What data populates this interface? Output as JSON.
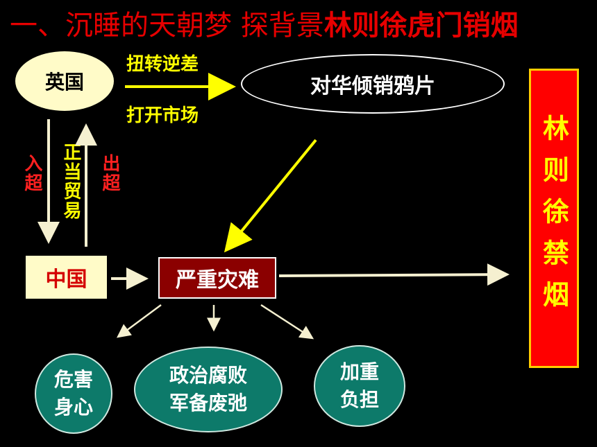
{
  "title": {
    "prefix": "一、沉睡的天朝梦  探背景",
    "emphasis": "林则徐虎门销烟"
  },
  "nodes": {
    "britain": "英国",
    "opium_dumping": "对华倾销鸦片",
    "china": "中国",
    "disaster": "严重灾难",
    "lin_zexu": "林则徐禁烟"
  },
  "edge_labels": {
    "reverse_deficit": "扭转逆差",
    "open_market": "打开市场",
    "import_surplus": "入超",
    "legit_trade": "正当贸易",
    "export_surplus": "出超"
  },
  "consequences": {
    "harm_health_line1": "危害",
    "harm_health_line2": "身心",
    "politics_line1": "政治腐败",
    "politics_line2": "军备废弛",
    "burden_line1": "加重",
    "burden_line2": "负担"
  },
  "colors": {
    "title": "#e60000",
    "label_yellow": "#ffff00",
    "label_red": "#ff2020",
    "disaster_bg": "#8b0000",
    "oval_bg": "#0d7a6a",
    "lin_bg": "#ff0000"
  }
}
